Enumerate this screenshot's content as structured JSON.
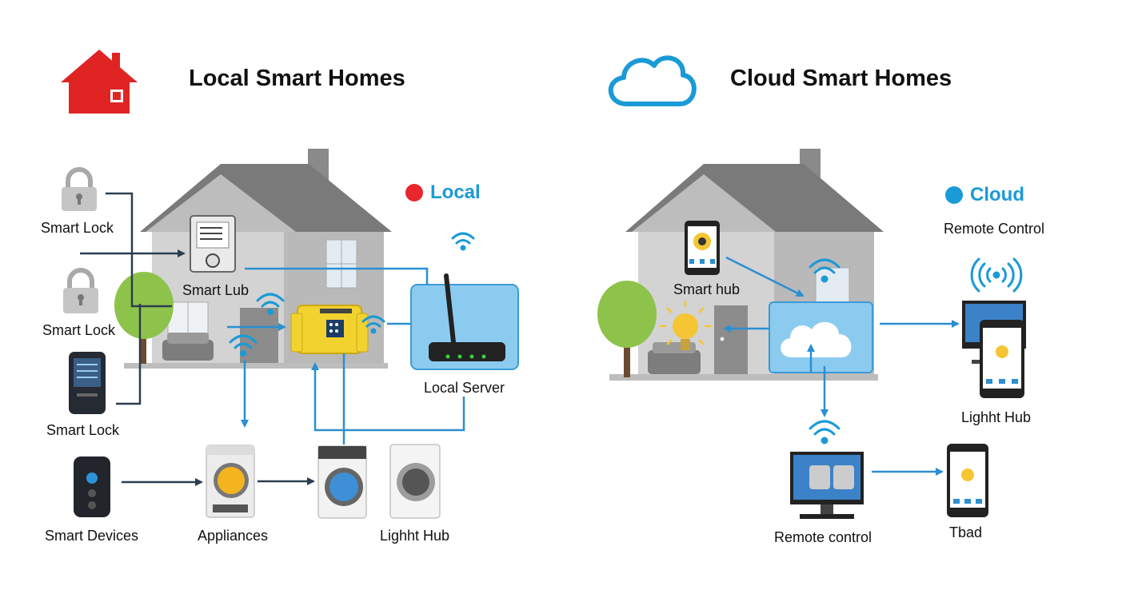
{
  "local": {
    "title": "Local Smart Homes",
    "legend": "Local",
    "labels": {
      "smart_lock_1": "Smart Lock",
      "smart_lock_2": "Smart Lock",
      "smart_lock_3": "Smart Lock",
      "smart_hub": "Smart Lub",
      "local_server": "Local Server",
      "smart_devices": "Smart Devices",
      "appliances": "Appliances",
      "light_hub": "Lighht Hub"
    }
  },
  "cloud": {
    "title": "Cloud Smart Homes",
    "legend": "Cloud",
    "labels": {
      "remote_control_top": "Remote Control",
      "smart_hub": "Smart hub",
      "light_hub": "Lighht Hub",
      "remote_control_bottom": "Remote control",
      "tablet": "Tbad"
    }
  },
  "colors": {
    "house_red": "#e02424",
    "cloud_blue": "#1a9ad6",
    "connector_blue": "#2b8fd0",
    "connector_dark": "#2c3e50",
    "local_dot": "#e8262b",
    "roof_gray": "#7a7a7a",
    "wall_gray": "#cfcfcf",
    "router_panel": "#8ccbf0",
    "hub_yellow": "#f2d22e"
  },
  "icons": [
    "house-icon",
    "cloud-icon",
    "padlock-icon",
    "keypad-lock-icon",
    "doorbell-icon",
    "router-icon",
    "wifi-icon",
    "washer-icon",
    "dryer-icon",
    "tablet-icon",
    "monitor-icon",
    "bulb-icon",
    "tree-icon",
    "sofa-icon"
  ]
}
